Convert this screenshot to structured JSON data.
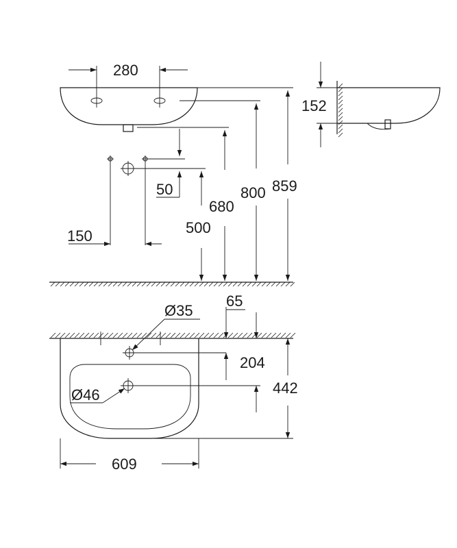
{
  "dimensions": {
    "tap_hole_spacing": "280",
    "wall_bracket_height": "152",
    "bracket_offset": "50",
    "height_680": "680",
    "height_800": "800",
    "height_859": "859",
    "height_500": "500",
    "bracket_spacing": "150",
    "tap_hole_diameter": "Ø35",
    "tap_hole_offset": "65",
    "tap_hole_depth": "204",
    "waste_diameter": "Ø46",
    "basin_depth": "442",
    "basin_width": "609"
  }
}
